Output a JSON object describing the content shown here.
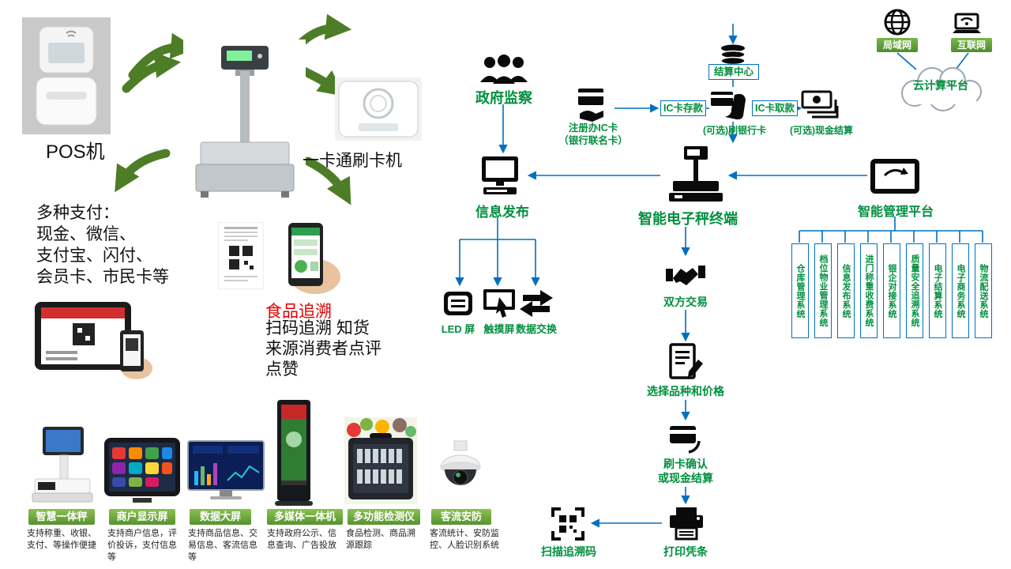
{
  "left": {
    "pos_label": "POS机",
    "reader_label": "一卡通刷卡机",
    "payment": [
      "多种支付：",
      "现金、微信、",
      "支付宝、闪付、",
      "会员卡、市民卡等"
    ],
    "trace_title": "食品追溯",
    "trace_lines": [
      "扫码追溯  知货",
      "来源消费者点评",
      "点赞"
    ]
  },
  "products": [
    {
      "label": "智慧一体秤",
      "desc": "支持称重、收银、支付、等操作便捷"
    },
    {
      "label": "商户显示屏",
      "desc": "支持商户信息，评价投诉，支付信息等"
    },
    {
      "label": "数据大屏",
      "desc": "支持商品信息、交易信息、客流信息等"
    },
    {
      "label": "多媒体一体机",
      "desc": "支持政府公示、信息查询、广告投放"
    },
    {
      "label": "多功能检测仪",
      "desc": "食品检测、商品溯源跟踪"
    },
    {
      "label": "客流安防",
      "desc": "客流统计、安防监控、人脸识别系统"
    }
  ],
  "flow": {
    "gov_label": "政府监察",
    "settlement_label": "结算中心",
    "register_line1": "注册办IC卡",
    "register_line2": "（银行联名卡）",
    "ic_deposit": "IC卡存款",
    "swipe_bank": "(可选)刷银行卡",
    "ic_withdraw": "IC卡取款",
    "cash_settle": "(可选)现金结算",
    "info_label": "信息发布",
    "scale_label": "智能电子秤终端",
    "platform_label": "智能管理平台",
    "led_label": "LED 屏",
    "touch_label": "触摸屏",
    "exchange_label": "数据交换",
    "trade_label": "双方交易",
    "select_label": "选择品种和价格",
    "confirm_line1": "刷卡确认",
    "confirm_line2": "或现金结算",
    "scan_label": "扫描追溯码",
    "print_label": "打印凭条"
  },
  "network": {
    "lan": "局域网",
    "internet": "互联网",
    "cloud": "云计算平台"
  },
  "systems": [
    "仓库管理系统",
    "档位物业管理系统",
    "信息发布系统",
    "进门称重收费系统",
    "银企对接系统",
    "质量安全追溯系统",
    "电子结算系统",
    "电子商务系统",
    "物流配送系统"
  ],
  "colors": {
    "line_blue": "#0070C0",
    "label_green": "#008F3E",
    "arrow_green": "#4E7D28",
    "trace_red": "#E00000",
    "product_green": "#6FAE3E"
  }
}
